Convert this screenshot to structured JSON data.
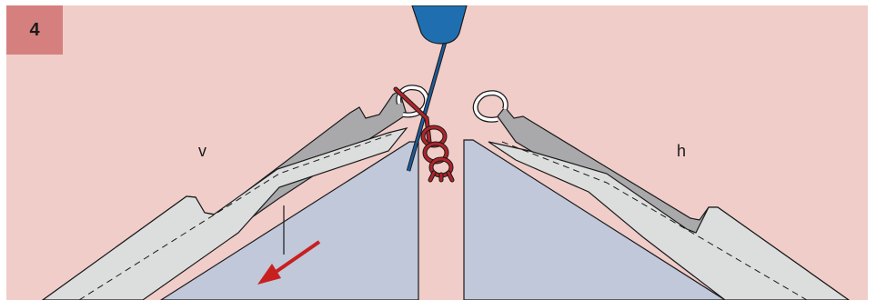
{
  "step": {
    "number": "4"
  },
  "labels": {
    "left": "v",
    "right": "h"
  },
  "colors": {
    "background": "#f0cdc8",
    "badge": "#d5807e",
    "needle_bar": "#1f6fb0",
    "thread": "#1f5a9a",
    "stitch": "#b0242a",
    "arrow": "#c8201e",
    "fabric_dark": "#a9a9ab",
    "fabric_light": "#dcdedd",
    "base": "#c0c8da"
  },
  "icons": {
    "direction": "arrow-down-left-icon",
    "needle": "needle-icon"
  }
}
